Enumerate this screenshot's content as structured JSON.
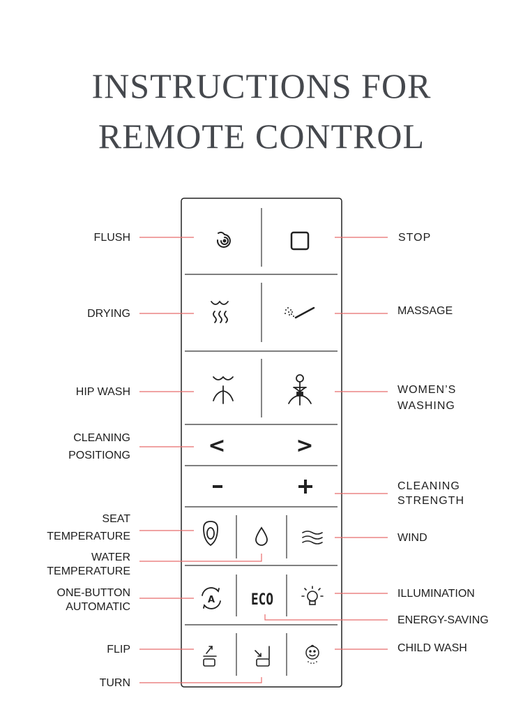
{
  "title": {
    "line1": "INSTRUCTIONS FOR",
    "line2": "REMOTE CONTROL"
  },
  "accent_color": "#e86c6c",
  "labels": {
    "flush": "FLUSH",
    "stop": "STOP",
    "drying": "DRYING",
    "massage": "MASSAGE",
    "hip_wash": "HIP WASH",
    "womens_washing_1": "WOMEN’S",
    "womens_washing_2": "WASHING",
    "cleaning_positiong_1": "CLEANING",
    "cleaning_positiong_2": "POSITIONG",
    "cleaning_strength_1": "CLEANING",
    "cleaning_strength_2": "STRENGTH",
    "seat_temperature_1": "SEAT",
    "seat_temperature_2": "TEMPERATURE",
    "wind": "WIND",
    "water_temperature_1": "WATER",
    "water_temperature_2": "TEMPERATURE",
    "one_button_automatic_1": "ONE-BUTTON",
    "one_button_automatic_2": "AUTOMATIC",
    "illumination": "ILLUMINATION",
    "energy_saving": "ENERGY-SAVING",
    "flip": "FLIP",
    "child_wash": "CHILD WASH",
    "turn": "TURN"
  },
  "buttons": {
    "left_arrow": "<",
    "right_arrow": ">",
    "minus": "-",
    "plus": "+",
    "eco": "ECO",
    "auto": "A"
  },
  "icons": [
    "flush-icon",
    "stop-icon",
    "drying-icon",
    "massage-icon",
    "hip-wash-icon",
    "womens-washing-icon",
    "seat-temperature-icon",
    "water-temperature-icon",
    "wind-icon",
    "auto-icon",
    "eco-icon",
    "illumination-icon",
    "flip-icon",
    "turn-icon",
    "child-wash-icon"
  ]
}
